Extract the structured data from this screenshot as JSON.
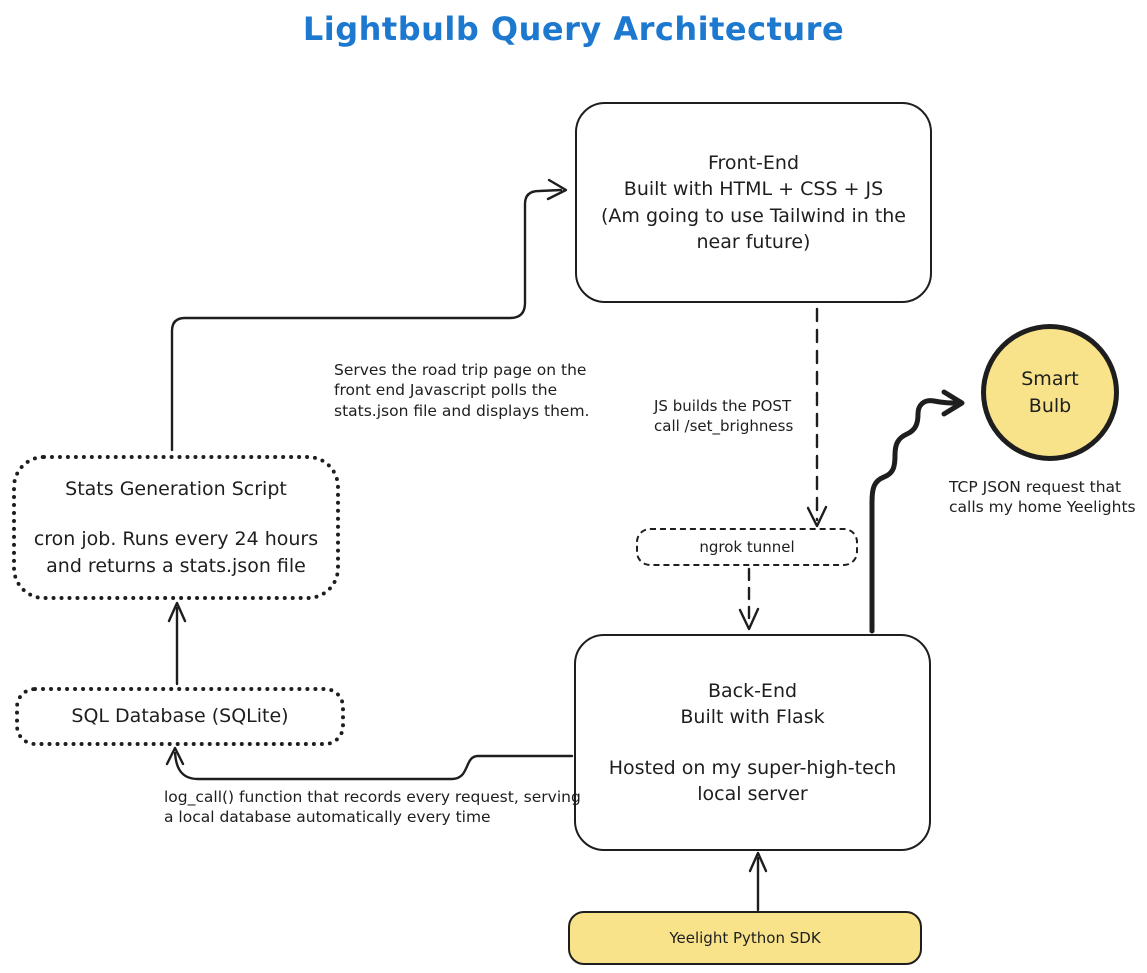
{
  "title": "Lightbulb Query Architecture",
  "colors": {
    "accent_blue": "#1c79cf",
    "node_yellow": "#f8e38a",
    "stroke_black": "#1e1e1e"
  },
  "nodes": {
    "frontend": {
      "title": "Front-End",
      "line2": "Built with HTML + CSS + JS",
      "line3": "(Am going to use Tailwind in the near future)"
    },
    "smart_bulb": {
      "label": "Smart Bulb"
    },
    "stats_script": {
      "title": "Stats Generation Script",
      "body": "cron job. Runs every 24 hours and returns a stats.json file"
    },
    "sql_db": {
      "label": "SQL Database (SQLite)"
    },
    "ngrok": {
      "label": "ngrok tunnel"
    },
    "backend": {
      "title": "Back-End",
      "line2": "Built with Flask",
      "body": "Hosted on my super-high-tech local server"
    },
    "yeelight_sdk": {
      "label": "Yeelight Python SDK"
    }
  },
  "annotations": {
    "serves_note": "Serves the road trip page on the front end Javascript polls the stats.json file and displays them.",
    "js_post_note": "JS builds the POST call /set_brighness",
    "tcp_note": "TCP JSON request that calls my home Yeelights",
    "log_call_note": "log_call() function that records every request, serving a local database automatically every time"
  }
}
